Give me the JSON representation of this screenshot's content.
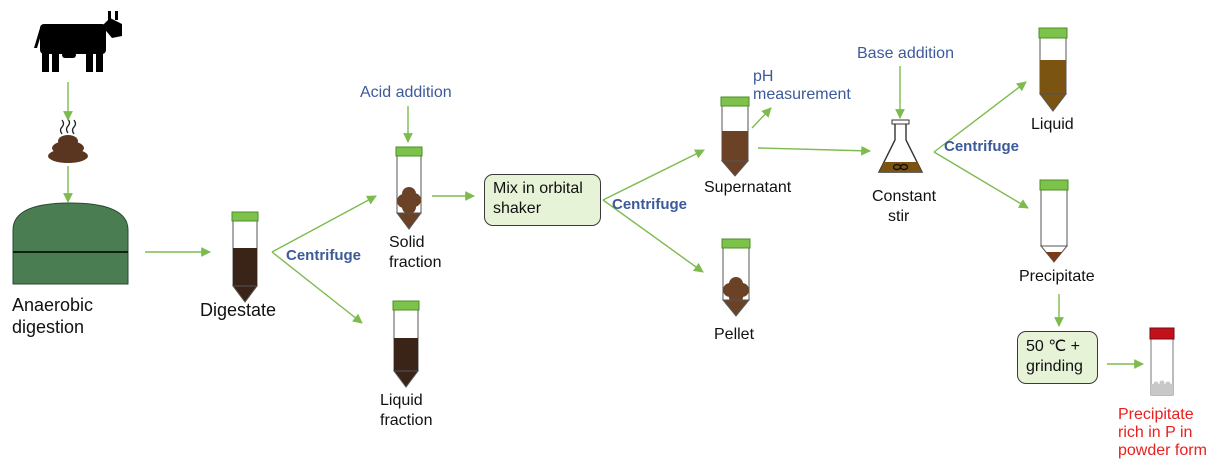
{
  "labels": {
    "anaerobic_line1": "Anaerobic",
    "anaerobic_line2": "digestion",
    "digestate": "Digestate",
    "centrifuge_1": "Centrifuge",
    "acid_addition": "Acid addition",
    "solid_line1": "Solid",
    "solid_line2": "fraction",
    "liquid_fraction_line1": "Liquid",
    "liquid_fraction_line2": "fraction",
    "mix_line1": "Mix in orbital",
    "mix_line2": "shaker",
    "centrifuge_2": "Centrifuge",
    "ph_line1": "pH",
    "ph_line2": "measurement",
    "supernatant": "Supernatant",
    "pellet": "Pellet",
    "base_addition": "Base addition",
    "constant_line1": "Constant",
    "constant_line2": "stir",
    "centrifuge_3": "Centrifuge",
    "liquid": "Liquid",
    "precipitate": "Precipitate",
    "dry_line1": "50 ℃ +",
    "dry_line2": "grinding",
    "final_line1": "Precipitate",
    "final_line2": "rich in P in",
    "final_line3": "powder form"
  },
  "colors": {
    "arrow": "#7dbb4e",
    "digester": "#4a7d52",
    "tube_cap": "#7dc24a",
    "final_cap": "#c2111b",
    "dark_liquid": "#3a2418",
    "brown": "#6b4226",
    "liquid_brown": "#7a5410",
    "label_blue": "#3c5a9a",
    "label_red": "#e8201e",
    "box_fill": "#e7f3d7"
  },
  "icons": [
    "cow-icon",
    "manure-icon",
    "digester-icon",
    "tube-icon",
    "flask-icon",
    "stir-bar-icon"
  ]
}
